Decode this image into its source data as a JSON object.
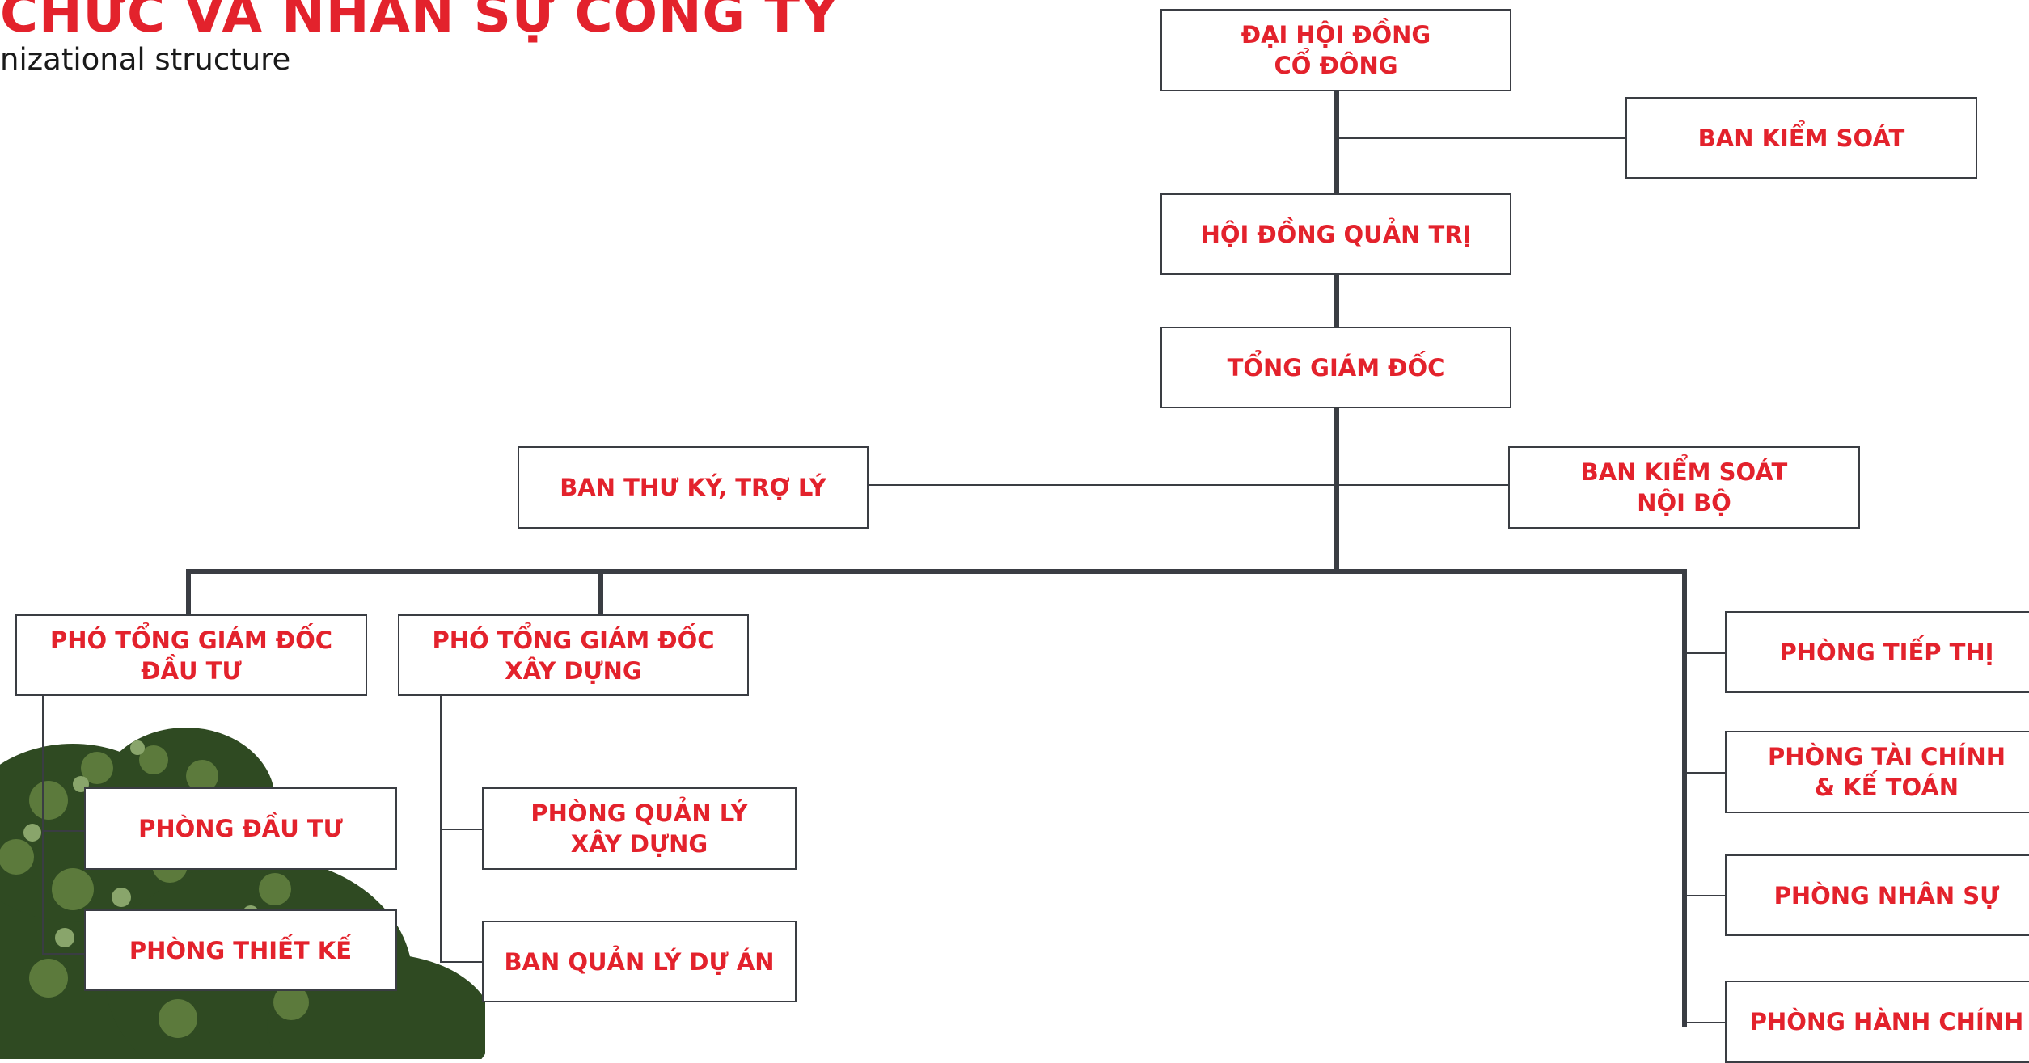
{
  "header": {
    "title": "CHỨC VÀ NHÂN SỰ CÔNG TY",
    "subtitle": "nizational structure"
  },
  "colors": {
    "accent": "#e3222c",
    "line": "#3a3d43",
    "foliage": "#2f4a22"
  },
  "decor": {
    "background_image": "tree-foliage"
  },
  "org": {
    "shareholders": "ĐẠI HỘI ĐỒNG\nCỔ ĐÔNG",
    "supervisory_board": "BAN KIỂM SOÁT",
    "board_of_directors": "HỘI ĐỒNG QUẢN TRỊ",
    "ceo": "TỔNG GIÁM ĐỐC",
    "secretary": "BAN THƯ KÝ, TRỢ LÝ",
    "internal_audit": "BAN KIỂM SOÁT\nNỘI BỘ",
    "deputy_investment": "PHÓ TỔNG GIÁM ĐỐC\nĐẦU TƯ",
    "deputy_construction": "PHÓ TỔNG GIÁM ĐỐC\nXÂY DỰNG",
    "dept_investment": "PHÒNG ĐẦU TƯ",
    "dept_design": "PHÒNG THIẾT KẾ",
    "dept_construction_mgmt": "PHÒNG QUẢN LÝ\nXÂY DỰNG",
    "project_mgmt": "BAN QUẢN LÝ DỰ ÁN",
    "dept_marketing": "PHÒNG TIẾP THỊ",
    "dept_finance": "PHÒNG TÀI CHÍNH\n& KẾ TOÁN",
    "dept_hr": "PHÒNG NHÂN SỰ",
    "dept_admin": "PHÒNG HÀNH CHÍNH"
  }
}
